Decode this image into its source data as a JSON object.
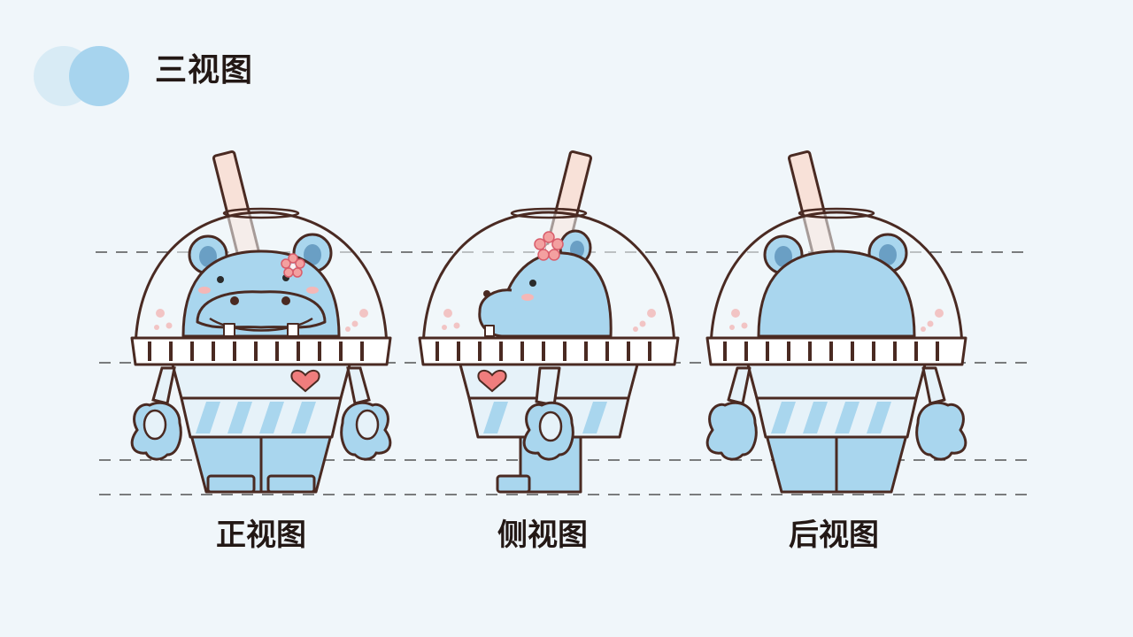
{
  "page": {
    "title": "三视图"
  },
  "views": [
    {
      "id": "front",
      "label": "正视图"
    },
    {
      "id": "side",
      "label": "侧视图"
    },
    {
      "id": "back",
      "label": "后视图"
    }
  ],
  "colors": {
    "background": "#f0f6fa",
    "outline": "#4a2a22",
    "body_blue": "#a9d6ee",
    "straw": "#f8e1d8",
    "accent_pink": "#ef7d7d",
    "title_text": "#231815"
  }
}
